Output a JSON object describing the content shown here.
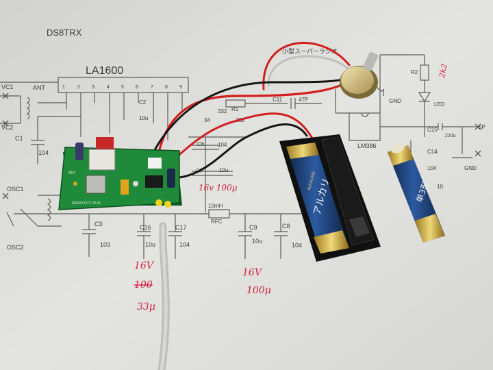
{
  "photo": {
    "ic_title": "LA1600",
    "header_faint": "DS8TRX",
    "title_note": "小型スーパーラジオ",
    "pins": [
      "1",
      "2",
      "3",
      "4",
      "5",
      "6",
      "7",
      "8",
      "9"
    ],
    "labels": {
      "vc1": "VC1",
      "vc2": "VC2",
      "ant": "ANT",
      "c1": "C1",
      "c1_val": "104",
      "osc1": "OSC1",
      "osc2": "OSC2",
      "c2": "C2",
      "c2_val": "10u",
      "r1": "R1",
      "c11": "C11",
      "c11_val": "47P",
      "c6": "C6",
      "c6_val": "104",
      "c7": "C7",
      "c7_val": "10u",
      "l1": "10mH",
      "rfc": "RFC",
      "v332a": "332",
      "v332b": "332",
      "c3": "C3",
      "c3_val": "103",
      "c16": "C16",
      "c16_val": "10u",
      "c17": "C17",
      "c17_val": "104",
      "c9": "C9",
      "c9_val": "10u",
      "c8": "C8",
      "c8_val": "104",
      "lm386": "LM386",
      "gnd1": "GND",
      "gnd2": "GND",
      "c15": "C15",
      "c15_val": "220u",
      "c14": "C14",
      "c14_val": "104",
      "led": "LED",
      "r2": "R2",
      "sp": "SP",
      "val10": "10",
      "val34": "34"
    },
    "handwritten": {
      "c7_note": "16v 100μ",
      "c16_note_1": "16V",
      "c16_note_2": "100",
      "c16_note_3": "33μ",
      "c9_note_1": "16V",
      "c9_note_2": "100μ",
      "r2_note": "2k2"
    },
    "board_silk": "RADIO KIT2 28.06",
    "board_silk_ant": "ANT",
    "battery_brand": "アルカリ",
    "battery_sub": "ALKALINE",
    "loose_battery_text": "単3形",
    "colors": {
      "paper": "#e3e3e0",
      "schematic_line": "#5a5a5a",
      "pcb_green": "#1f8a3a",
      "battery_blue": "#13315e",
      "battery_gold": "#c9a53a",
      "wire_red": "#d21e1e",
      "wire_black": "#151515",
      "handwriting_red": "#d0213a"
    }
  }
}
